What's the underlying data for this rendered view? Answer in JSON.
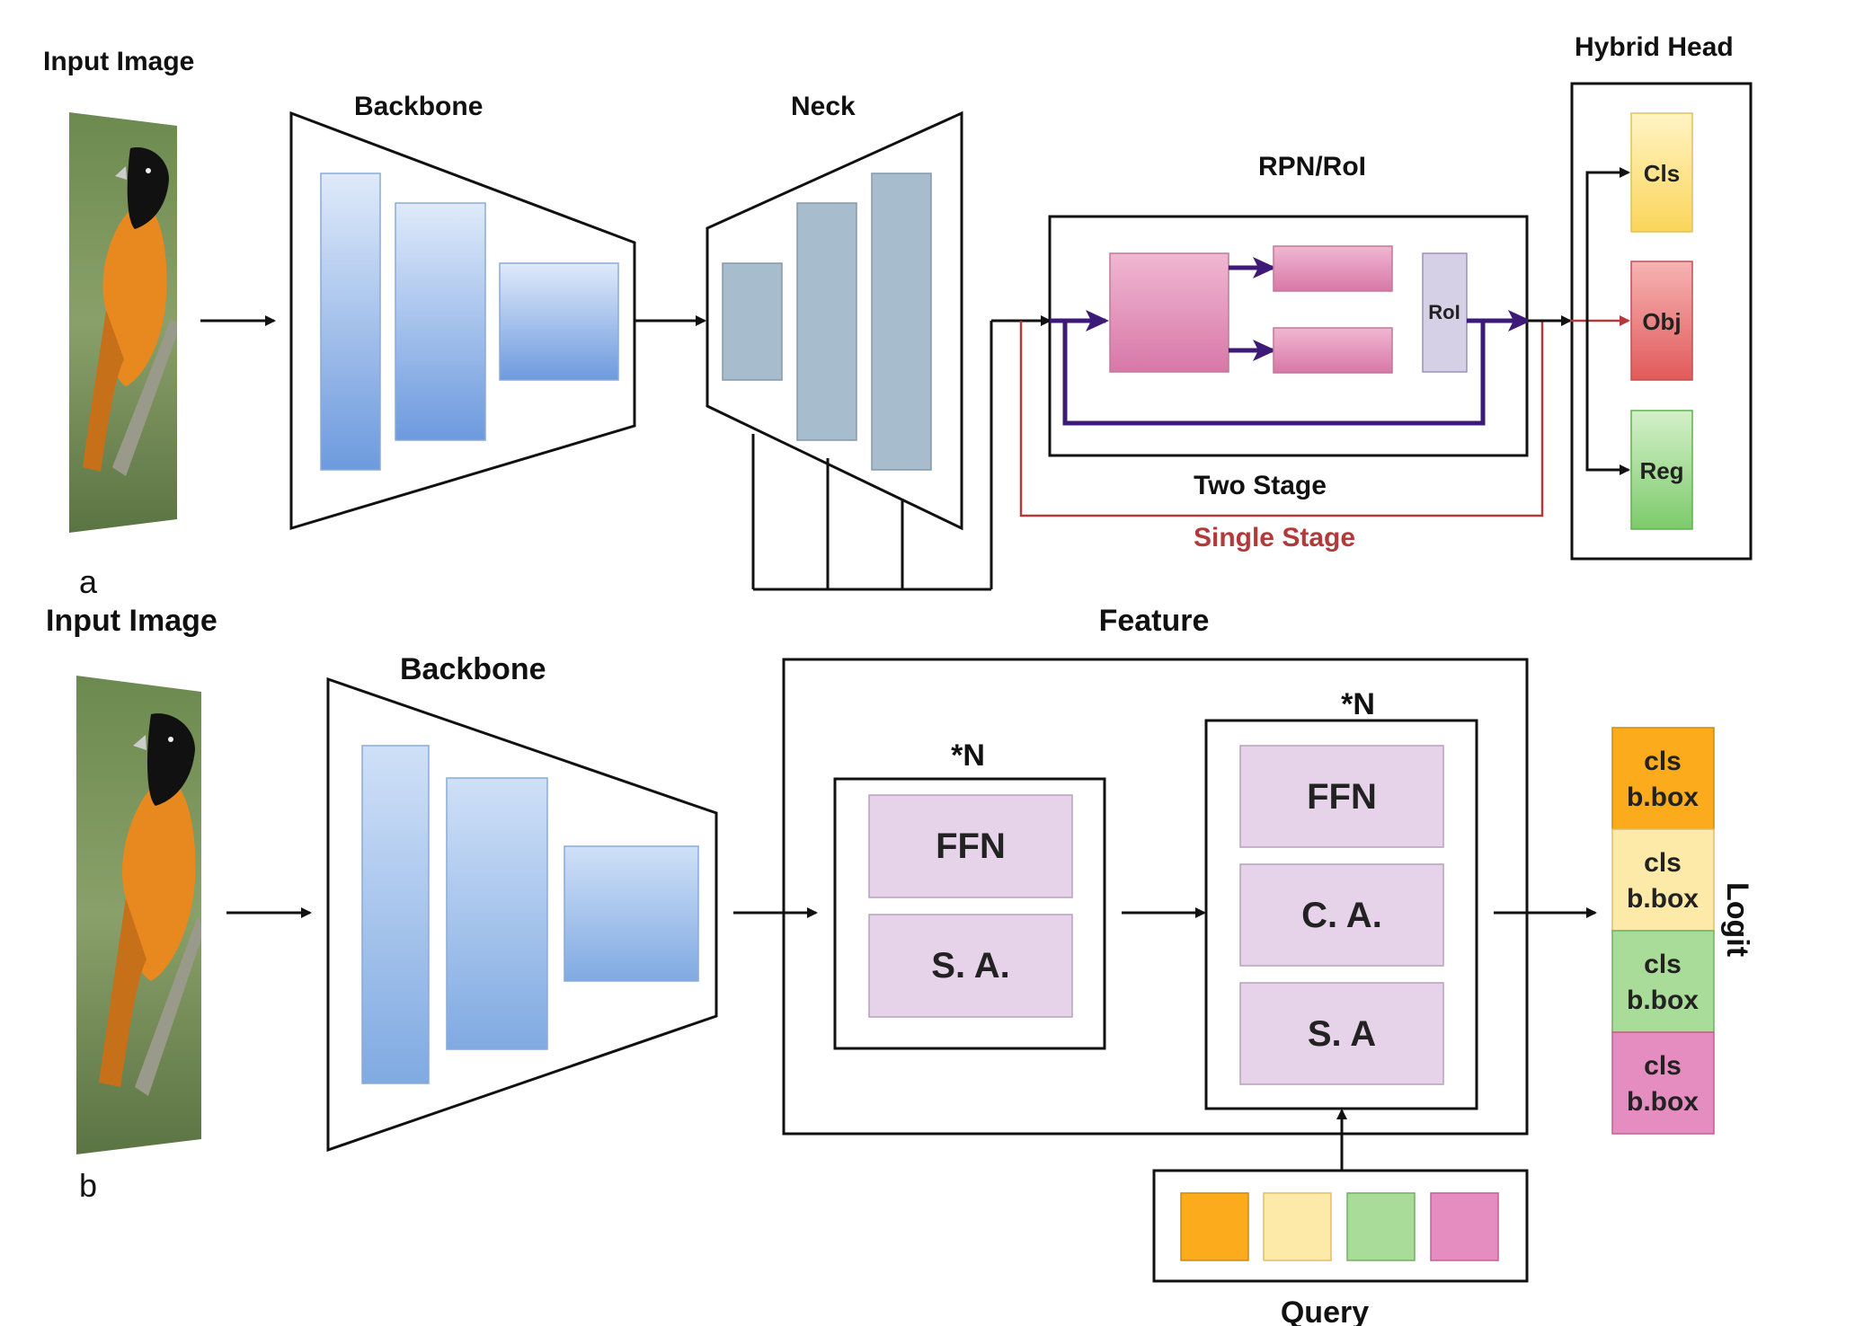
{
  "panel_a": {
    "caption": "a",
    "input_label": "Input Image",
    "backbone_label": "Backbone",
    "neck_label": "Neck",
    "rpn_label": "RPN/RoI",
    "roi_label": "RoI",
    "two_stage_label": "Two Stage",
    "single_stage_label": "Single Stage",
    "head_label": "Hybrid Head",
    "heads": [
      "Cls",
      "Obj",
      "Reg"
    ]
  },
  "panel_b": {
    "caption": "b",
    "input_label": "Input Image",
    "backbone_label": "Backbone",
    "feature_label": "Feature",
    "encoder": {
      "repeat": "*N",
      "blocks": [
        "FFN",
        "S. A."
      ]
    },
    "decoder": {
      "repeat": "*N",
      "blocks": [
        "FFN",
        "C. A.",
        "S. A"
      ]
    },
    "query_label": "Query",
    "logit_label": "Logit",
    "outputs": [
      {
        "cls": "cls",
        "box": "b.box"
      },
      {
        "cls": "cls",
        "box": "b.box"
      },
      {
        "cls": "cls",
        "box": "b.box"
      },
      {
        "cls": "cls",
        "box": "b.box"
      }
    ]
  },
  "colors": {
    "cls_head": "#fde58c",
    "obj_head": "#ee7a7a",
    "reg_head": "#9fd58f",
    "pink_block": "#e08cba",
    "purple_arrow": "#3d1a78",
    "single_stage_line": "#b23a3a",
    "transformer_block": "#e6d3e9",
    "query_orange": "#fbab1c",
    "query_yellow": "#fde9a8",
    "query_green": "#9fd58f",
    "query_pink": "#e58cc0"
  }
}
